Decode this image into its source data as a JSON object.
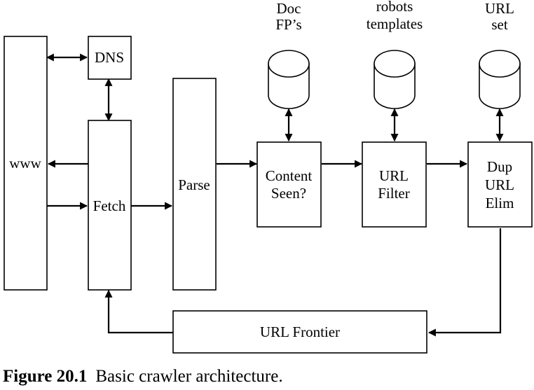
{
  "diagram": {
    "nodes": {
      "www": "www",
      "dns": "DNS",
      "fetch": "Fetch",
      "parse": "Parse",
      "content_seen": [
        "Content",
        "Seen?"
      ],
      "url_filter": [
        "URL",
        "Filter"
      ],
      "dup_url_elim": [
        "Dup",
        "URL",
        "Elim"
      ],
      "url_frontier": "URL Frontier"
    },
    "stores": {
      "doc_fps": [
        "Doc",
        "FP’s"
      ],
      "robots_templates": [
        "robots",
        "templates"
      ],
      "url_set": [
        "URL",
        "set"
      ]
    },
    "edges": [
      {
        "from": "www",
        "to": "dns",
        "direction": "both"
      },
      {
        "from": "dns",
        "to": "fetch",
        "direction": "both"
      },
      {
        "from": "fetch",
        "to": "www",
        "direction": "forward"
      },
      {
        "from": "www",
        "to": "fetch",
        "direction": "forward"
      },
      {
        "from": "fetch",
        "to": "parse",
        "direction": "forward"
      },
      {
        "from": "parse",
        "to": "content_seen",
        "direction": "forward"
      },
      {
        "from": "doc_fps",
        "to": "content_seen",
        "direction": "both"
      },
      {
        "from": "content_seen",
        "to": "url_filter",
        "direction": "forward"
      },
      {
        "from": "robots_templates",
        "to": "url_filter",
        "direction": "both"
      },
      {
        "from": "url_filter",
        "to": "dup_url_elim",
        "direction": "forward"
      },
      {
        "from": "url_set",
        "to": "dup_url_elim",
        "direction": "both"
      },
      {
        "from": "dup_url_elim",
        "to": "url_frontier",
        "direction": "forward"
      },
      {
        "from": "url_frontier",
        "to": "fetch",
        "direction": "forward"
      }
    ]
  },
  "caption": {
    "number": "Figure 20.1",
    "text": "Basic crawler architecture."
  }
}
